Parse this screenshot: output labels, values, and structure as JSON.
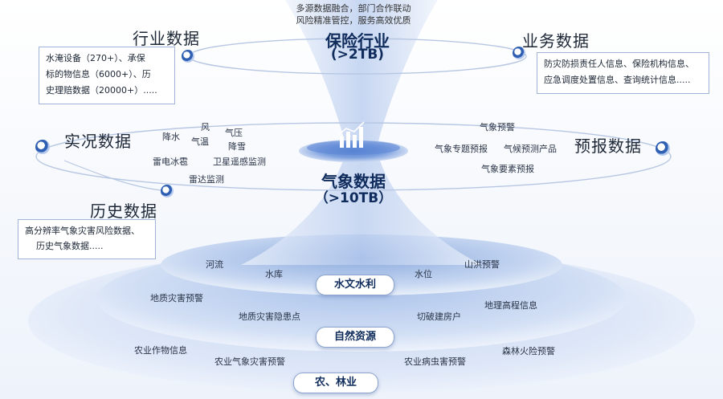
{
  "top_note": [
    "多源数据融合，部门合作联动",
    "风险精准管控，服务高效优质"
  ],
  "insurance": {
    "title": "保险行业",
    "size": "(>2TB)"
  },
  "weather": {
    "title": "气象数据",
    "size": "（>10TB）"
  },
  "industry": {
    "title": "行业数据",
    "box_lines": [
      "水淹设备（270+）、承保",
      "标的物信息（6000+）、历",
      "史理赔数据（20000+）....."
    ]
  },
  "business": {
    "title": "业务数据",
    "box_lines": [
      "防灾防损责任人信息、保险机构信息、",
      "应急调度处置信息、查询统计信息....."
    ]
  },
  "live": {
    "title": "实况数据",
    "items": [
      "降水",
      "风",
      "气温",
      "气压",
      "降雪",
      "雷电冰雹",
      "卫星遥感监测",
      "雷达监测"
    ]
  },
  "forecast": {
    "title": "预报数据",
    "items": [
      "气象预警",
      "气象专题预报",
      "气候预测产品",
      "气象要素预报"
    ]
  },
  "history": {
    "title": "历史数据",
    "box_lines": [
      "高分辨率气象灾害风险数据、",
      "历史气象数据....."
    ]
  },
  "rings": [
    {
      "label": "水文水利",
      "items": [
        "河流",
        "水库",
        "水位",
        "山洪预警"
      ]
    },
    {
      "label": "自然资源",
      "items": [
        "地质灾害预警",
        "地质灾害隐患点",
        "切破建房户",
        "地理高程信息"
      ]
    },
    {
      "label": "农、林业",
      "items": [
        "农业作物信息",
        "农业气象灾害预警",
        "农业病虫害预警",
        "森林火险预警"
      ]
    }
  ],
  "colors": {
    "accent": "#2f5fb3",
    "ring_light": "#dfe8f8",
    "funnel": "#cfdcf3"
  }
}
